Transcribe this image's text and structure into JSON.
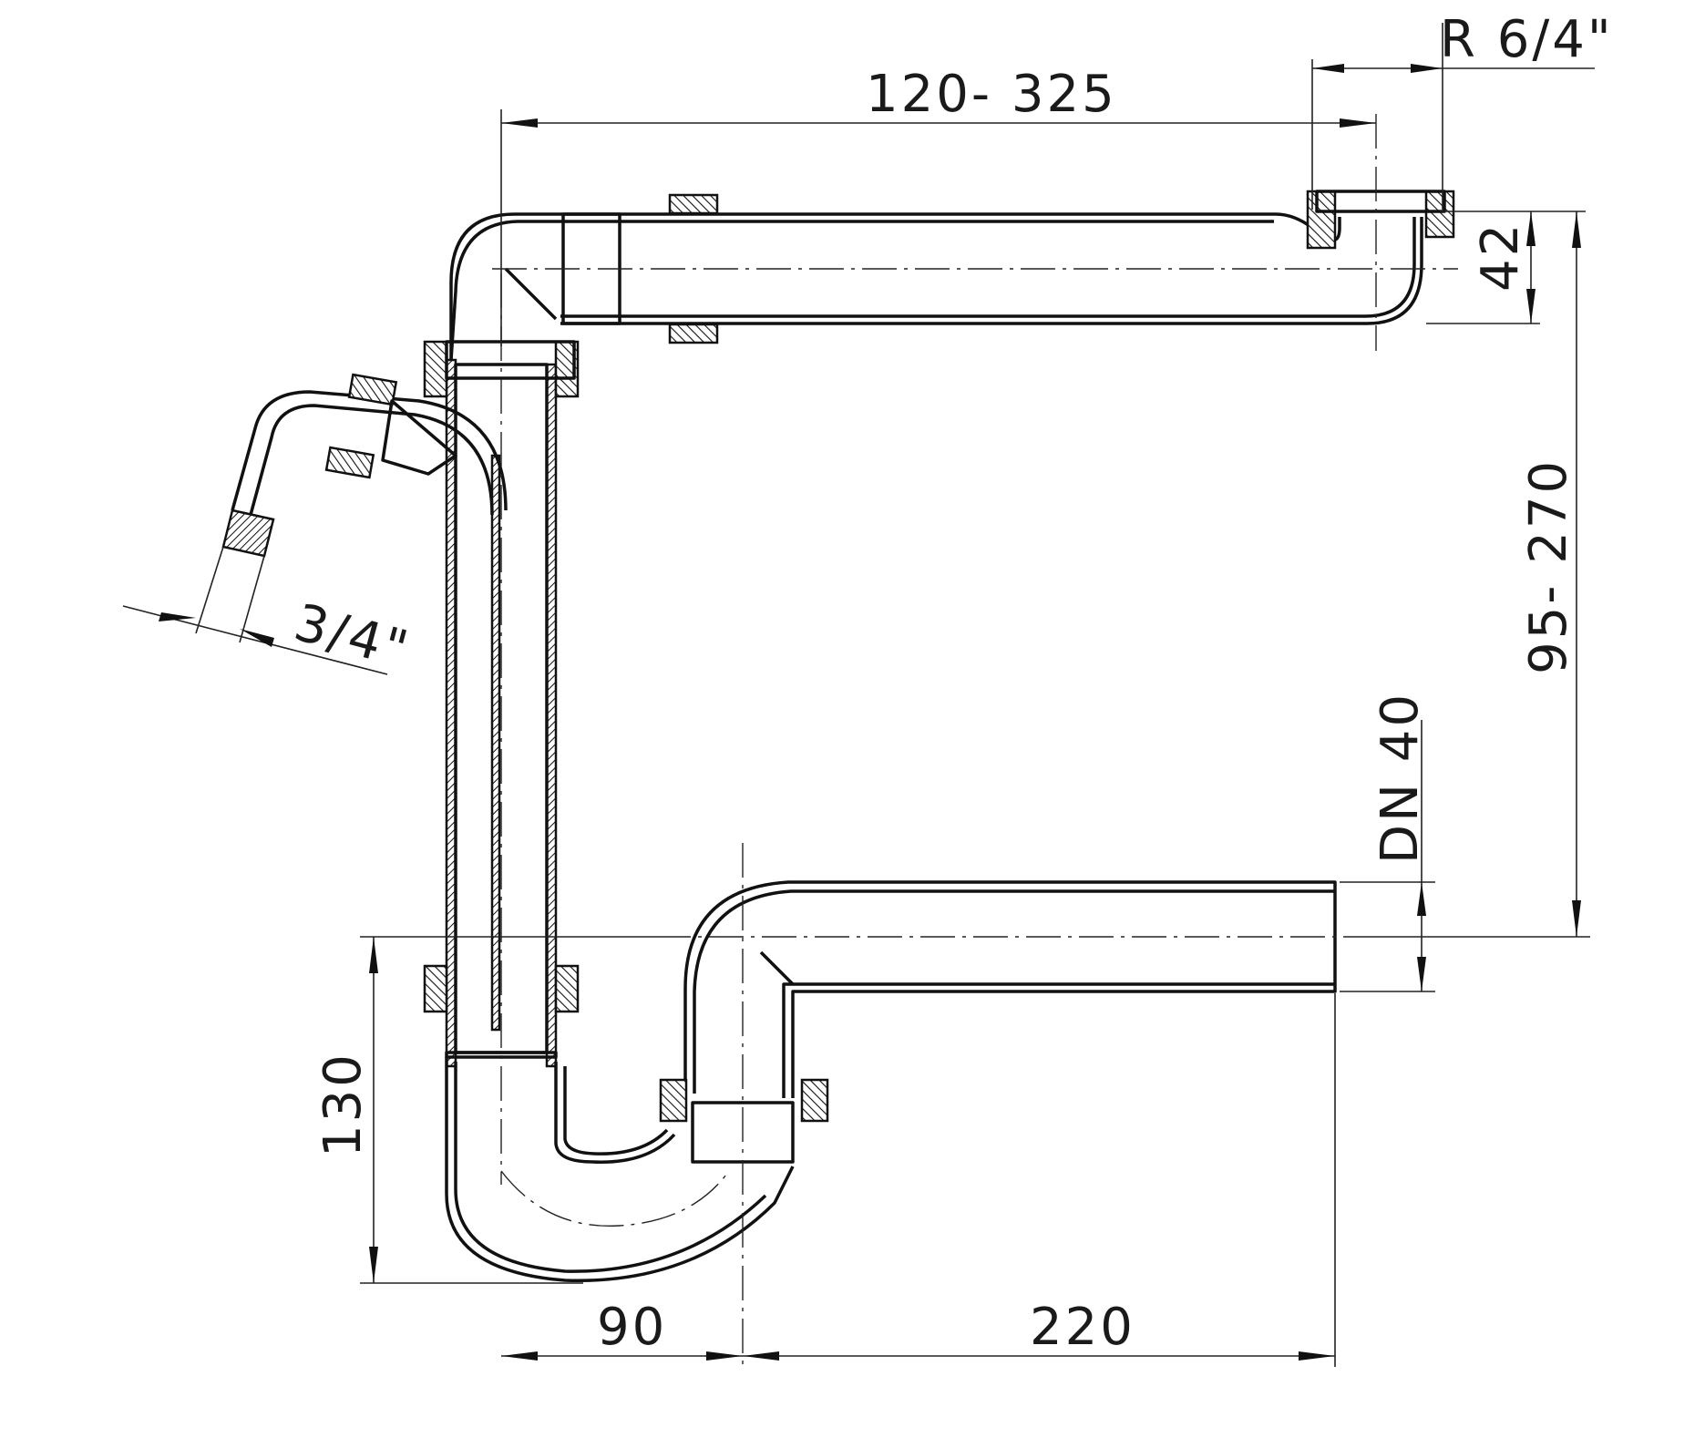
{
  "dimensions": {
    "thread_outlet": "R 6/4\"",
    "horizontal_range": "120- 325",
    "height_42": "42",
    "vertical_range": "95- 270",
    "dn": "DN 40",
    "hose_thread": "3/4\"",
    "trap_depth": "130",
    "width_90": "90",
    "width_220": "220"
  }
}
